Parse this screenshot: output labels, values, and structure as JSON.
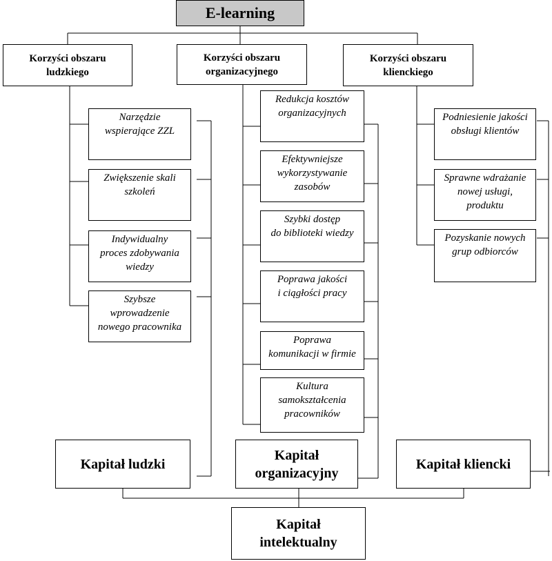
{
  "title": "E-learning",
  "categories": [
    {
      "label": "Korzyści obszaru\nludzkiego"
    },
    {
      "label": "Korzyści obszaru\norganizacyjnego"
    },
    {
      "label": "Korzyści obszaru\nklienckiego"
    }
  ],
  "human_items": [
    "Narzędzie\nwspierające ZZL",
    "Zwiększenie skali\nszkoleń",
    "Indywidualny\nproces zdobywania\nwiedzy",
    "Szybsze\nwprowadzenie\nnowego pracownika"
  ],
  "org_items": [
    "Redukcja kosztów\norganizacyjnych",
    "Efektywniejsze\nwykorzystywanie\nzasobów",
    "Szybki dostęp\ndo biblioteki wiedzy",
    "Poprawa jakości\ni ciągłości pracy",
    "Poprawa\nkomunikacji w firmie",
    "Kultura\nsamokształcenia\npracowników"
  ],
  "client_items": [
    "Podniesienie jakości\nobsługi klientów",
    "Sprawne wdrażanie\nnowej usługi,\nproduktu",
    "Pozyskanie nowych\ngrup odbiorców"
  ],
  "capitals": {
    "human": "Kapitał ludzki",
    "organizational": "Kapitał\norganizacyjny",
    "client": "Kapitał kliencki",
    "intellectual": "Kapitał\nintelektualny"
  }
}
